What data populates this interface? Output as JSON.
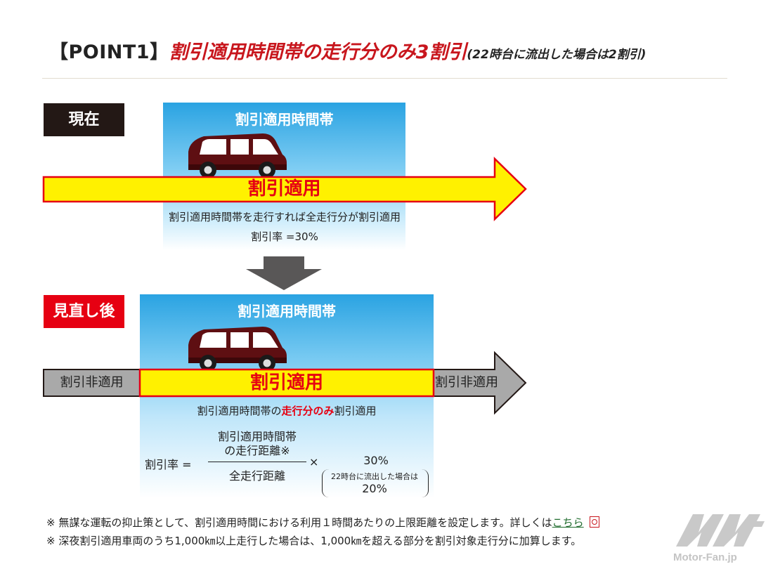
{
  "header": {
    "prefix": "【POINT1】",
    "main": "割引適用時間帯の走行分のみ3割引",
    "note": "(22時台に流出した場合は2割引)"
  },
  "current": {
    "tag": "現在",
    "zone_title": "割引適用時間帯",
    "arrow_label": "割引適用",
    "caption_line1": "割引適用時間帯を走行すれば全走行分が割引適用",
    "caption_line2": "割引率 =30%"
  },
  "after": {
    "tag": "見直し後",
    "zone_title": "割引適用時間帯",
    "left_label": "割引非適用",
    "center_label": "割引適用",
    "right_label": "割引非適用",
    "caption_pre": "割引適用時間帯の",
    "caption_red": "走行分のみ",
    "caption_post": "割引適用",
    "formula_lhs": "割引率 =",
    "numerator_line1": "割引適用時間帯",
    "numerator_line2": "の走行距離※",
    "denominator": "全走行距離",
    "times": "×",
    "rate": "30%",
    "alt_note": "22時台に流出した場合は",
    "alt_rate": "20%"
  },
  "footnotes": {
    "note1_text": "※ 無謀な運転の抑止策として、割引適用時間における利用１時間あたりの上限距離を設定します。詳しくは",
    "note1_link": "こちら",
    "note2_text": "※ 深夜割引適用車両のうち1,000㎞以上走行した場合は、1,000㎞を超える部分を割引対象走行分に加算します。"
  },
  "watermark": {
    "text": "Motor-Fan.jp"
  },
  "colors": {
    "brand_red": "#e60012",
    "title_red": "#c8161d",
    "arrow_yellow": "#fff100",
    "sky_blue": "#2aa3e2",
    "car_maroon": "#5e0f12",
    "gray_arrow": "#a9a9a9"
  }
}
